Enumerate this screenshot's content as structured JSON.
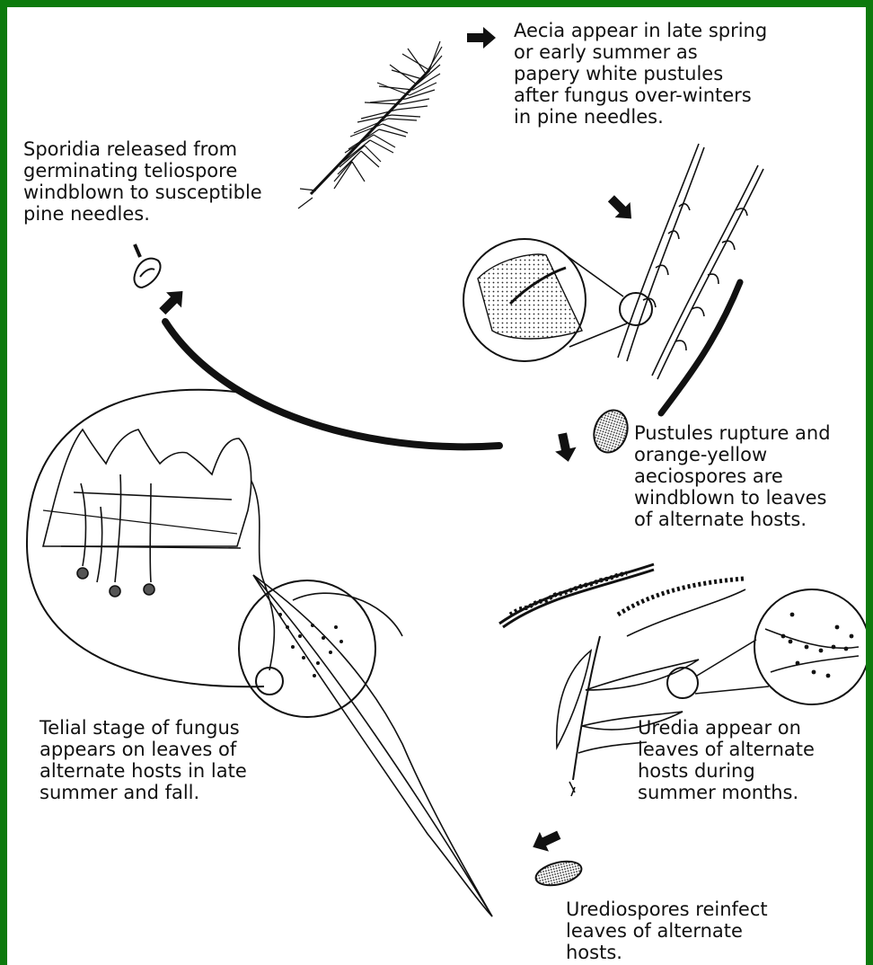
{
  "colors": {
    "frame": "#0d7a0d",
    "ink": "#111111",
    "background": "#ffffff"
  },
  "captions": {
    "aecia": "Aecia appear in late spring\nor early summer as\npapery white pustules\nafter fungus over-winters\nin pine needles.",
    "sporidia": "Sporidia released from\ngerminating teliospore\nwindblown to susceptible\npine needles.",
    "rupture": "Pustules rupture and\norange-yellow\naeciospores are\nwindblown to leaves\nof alternate hosts.",
    "uredia": "Uredia appear on\nleaves of alternate\nhosts during\nsummer months.",
    "telial": "Telial stage of fungus\nappears on leaves of\nalternate hosts in late\nsummer and fall.",
    "reinfect": "Urediospores reinfect\nleaves of alternate\nhosts."
  },
  "icons": [
    "pine-branch-icon",
    "infected-needles-icon",
    "sporidium-icon",
    "aeciospore-icon",
    "alternate-host-plant-icon",
    "telial-leaf-icon",
    "urediospore-icon",
    "cycle-arrow-icon"
  ]
}
